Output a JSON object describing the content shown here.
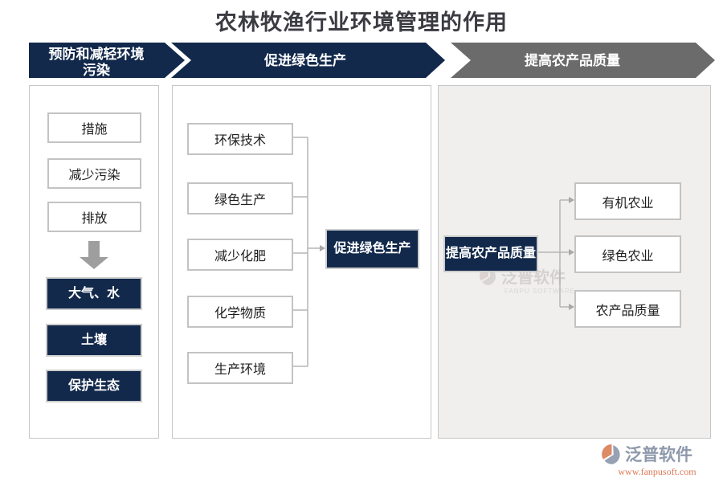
{
  "title": "农林牧渔行业环境管理的作用",
  "band": {
    "segments": [
      {
        "label": "预防和减轻环境污染"
      },
      {
        "label": "促进绿色生产"
      },
      {
        "label": "提高农产品质量"
      }
    ]
  },
  "prevention_column": {
    "items": [
      "措施",
      "减少污染",
      "排放"
    ],
    "targets": [
      "大气、水",
      "土壤",
      "保护生态"
    ]
  },
  "green_column": {
    "sources": [
      "环保技术",
      "绿色生产",
      "减少化肥",
      "化学物质",
      "生产环境"
    ],
    "result": "促进绿色生产"
  },
  "quality_column": {
    "source": "提高农产品质量",
    "outputs": [
      "有机农业",
      "绿色农业",
      "农产品质量"
    ]
  },
  "watermark": {
    "brand": "泛普软件",
    "subtitle": "FANPU SOFTWARE"
  },
  "footer": {
    "brand": "泛普软件",
    "url": "www.fanpusoft.com"
  },
  "colors": {
    "navy": "#12294b",
    "band_gray": "#6b6b6b",
    "panel_border": "#c6c6c6",
    "quality_panel_bg": "#f0efee",
    "connector": "#b5b5b5",
    "logo_salmon": "#dd7a58",
    "logo_slate": "#8e99ab",
    "title_text": "#3b3b42"
  }
}
